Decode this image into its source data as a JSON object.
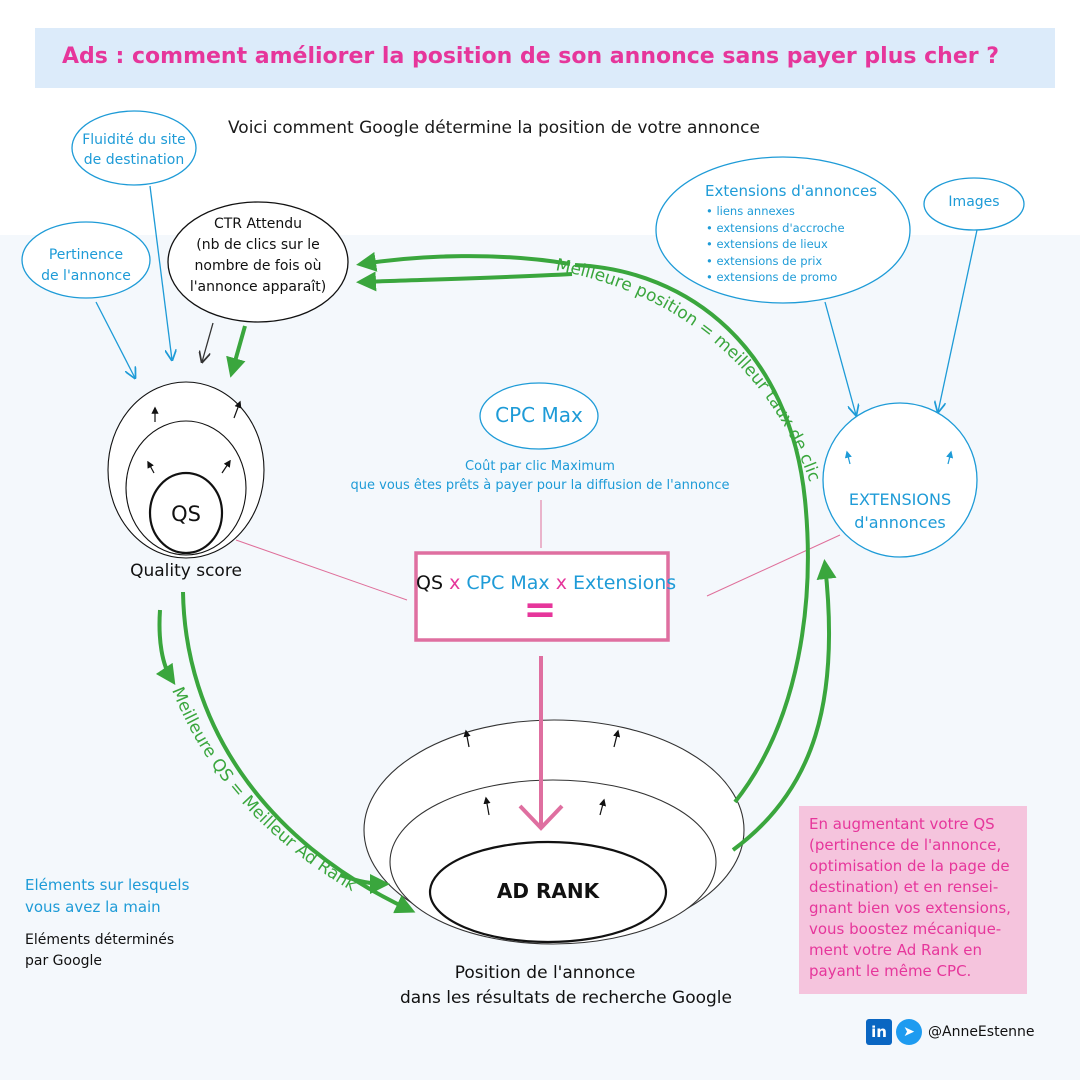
{
  "title": "Ads : comment améliorer la position de son annonce sans payer plus cher ?",
  "subtitle": "Voici comment Google détermine la position de votre annonce",
  "bubbles": {
    "fluidite": [
      "Fluidité du site",
      "de destination"
    ],
    "pertinence": [
      "Pertinence",
      "de l'annonce"
    ],
    "ctr": [
      "CTR Attendu",
      "(nb de clics sur le",
      "nombre de fois où",
      "l'annonce apparaît)"
    ],
    "extensions_title": "Extensions d'annonces",
    "extensions_items": [
      "liens annexes",
      "extensions d'accroche",
      "extensions de lieux",
      "extensions de prix",
      "extensions de promo"
    ],
    "images": "Images"
  },
  "qs": {
    "label": "QS",
    "caption": "Quality score"
  },
  "cpc": {
    "label": "CPC Max",
    "desc": [
      "Coût par clic Maximum",
      "que vous êtes prêts à payer pour la diffusion de l'annonce"
    ]
  },
  "extensions_circle": [
    "EXTENSIONS",
    "d'annonces"
  ],
  "formula": {
    "qs": "QS",
    "x1": "x",
    "cpc": "CPC Max",
    "x2": "x",
    "ext": "Extensions",
    "equals": "="
  },
  "adrank": {
    "label": "AD RANK",
    "caption": [
      "Position de l'annonce",
      "dans les résultats de recherche Google"
    ]
  },
  "curved_labels": {
    "right": "Meilleure position = meilleur taux de clic",
    "left": "Meilleure QS = Meilleur Ad Rank"
  },
  "legend": {
    "controlled": [
      "Eléments sur lesquels",
      "vous avez la main"
    ],
    "google": [
      "Eléments déterminés",
      "par Google"
    ]
  },
  "note": [
    "En augmentant votre QS",
    "(pertinence de l'annonce,",
    "optimisation de la page de",
    "destination) et en rensei-",
    "gnant bien vos extensions,",
    "vous boostez mécanique-",
    "ment votre Ad Rank en",
    "payant le même CPC."
  ],
  "footer": {
    "linkedin": "in",
    "handle": "@AnneEstenne"
  },
  "colors": {
    "pink": "#e6369b",
    "blue": "#1e9bd7",
    "green": "#3aa63d",
    "box_pink": "#df6fa0"
  }
}
